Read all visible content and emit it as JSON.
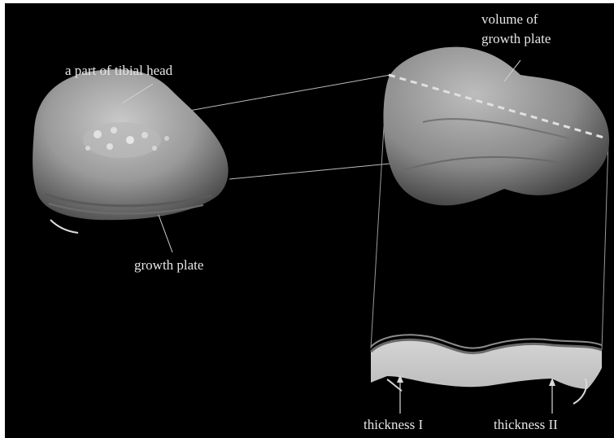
{
  "figure": {
    "labels": {
      "tibial_head": "a part of tibial head",
      "growth_plate": "growth plate",
      "volume_line1": "volume of",
      "volume_line2": "growth plate",
      "thickness_1": "thickness I",
      "thickness_2": "thickness II"
    },
    "colors": {
      "background": "#000000",
      "bone": "#9a9a9a",
      "section": "#c8c8c8",
      "text": "#e6e6e6"
    }
  }
}
